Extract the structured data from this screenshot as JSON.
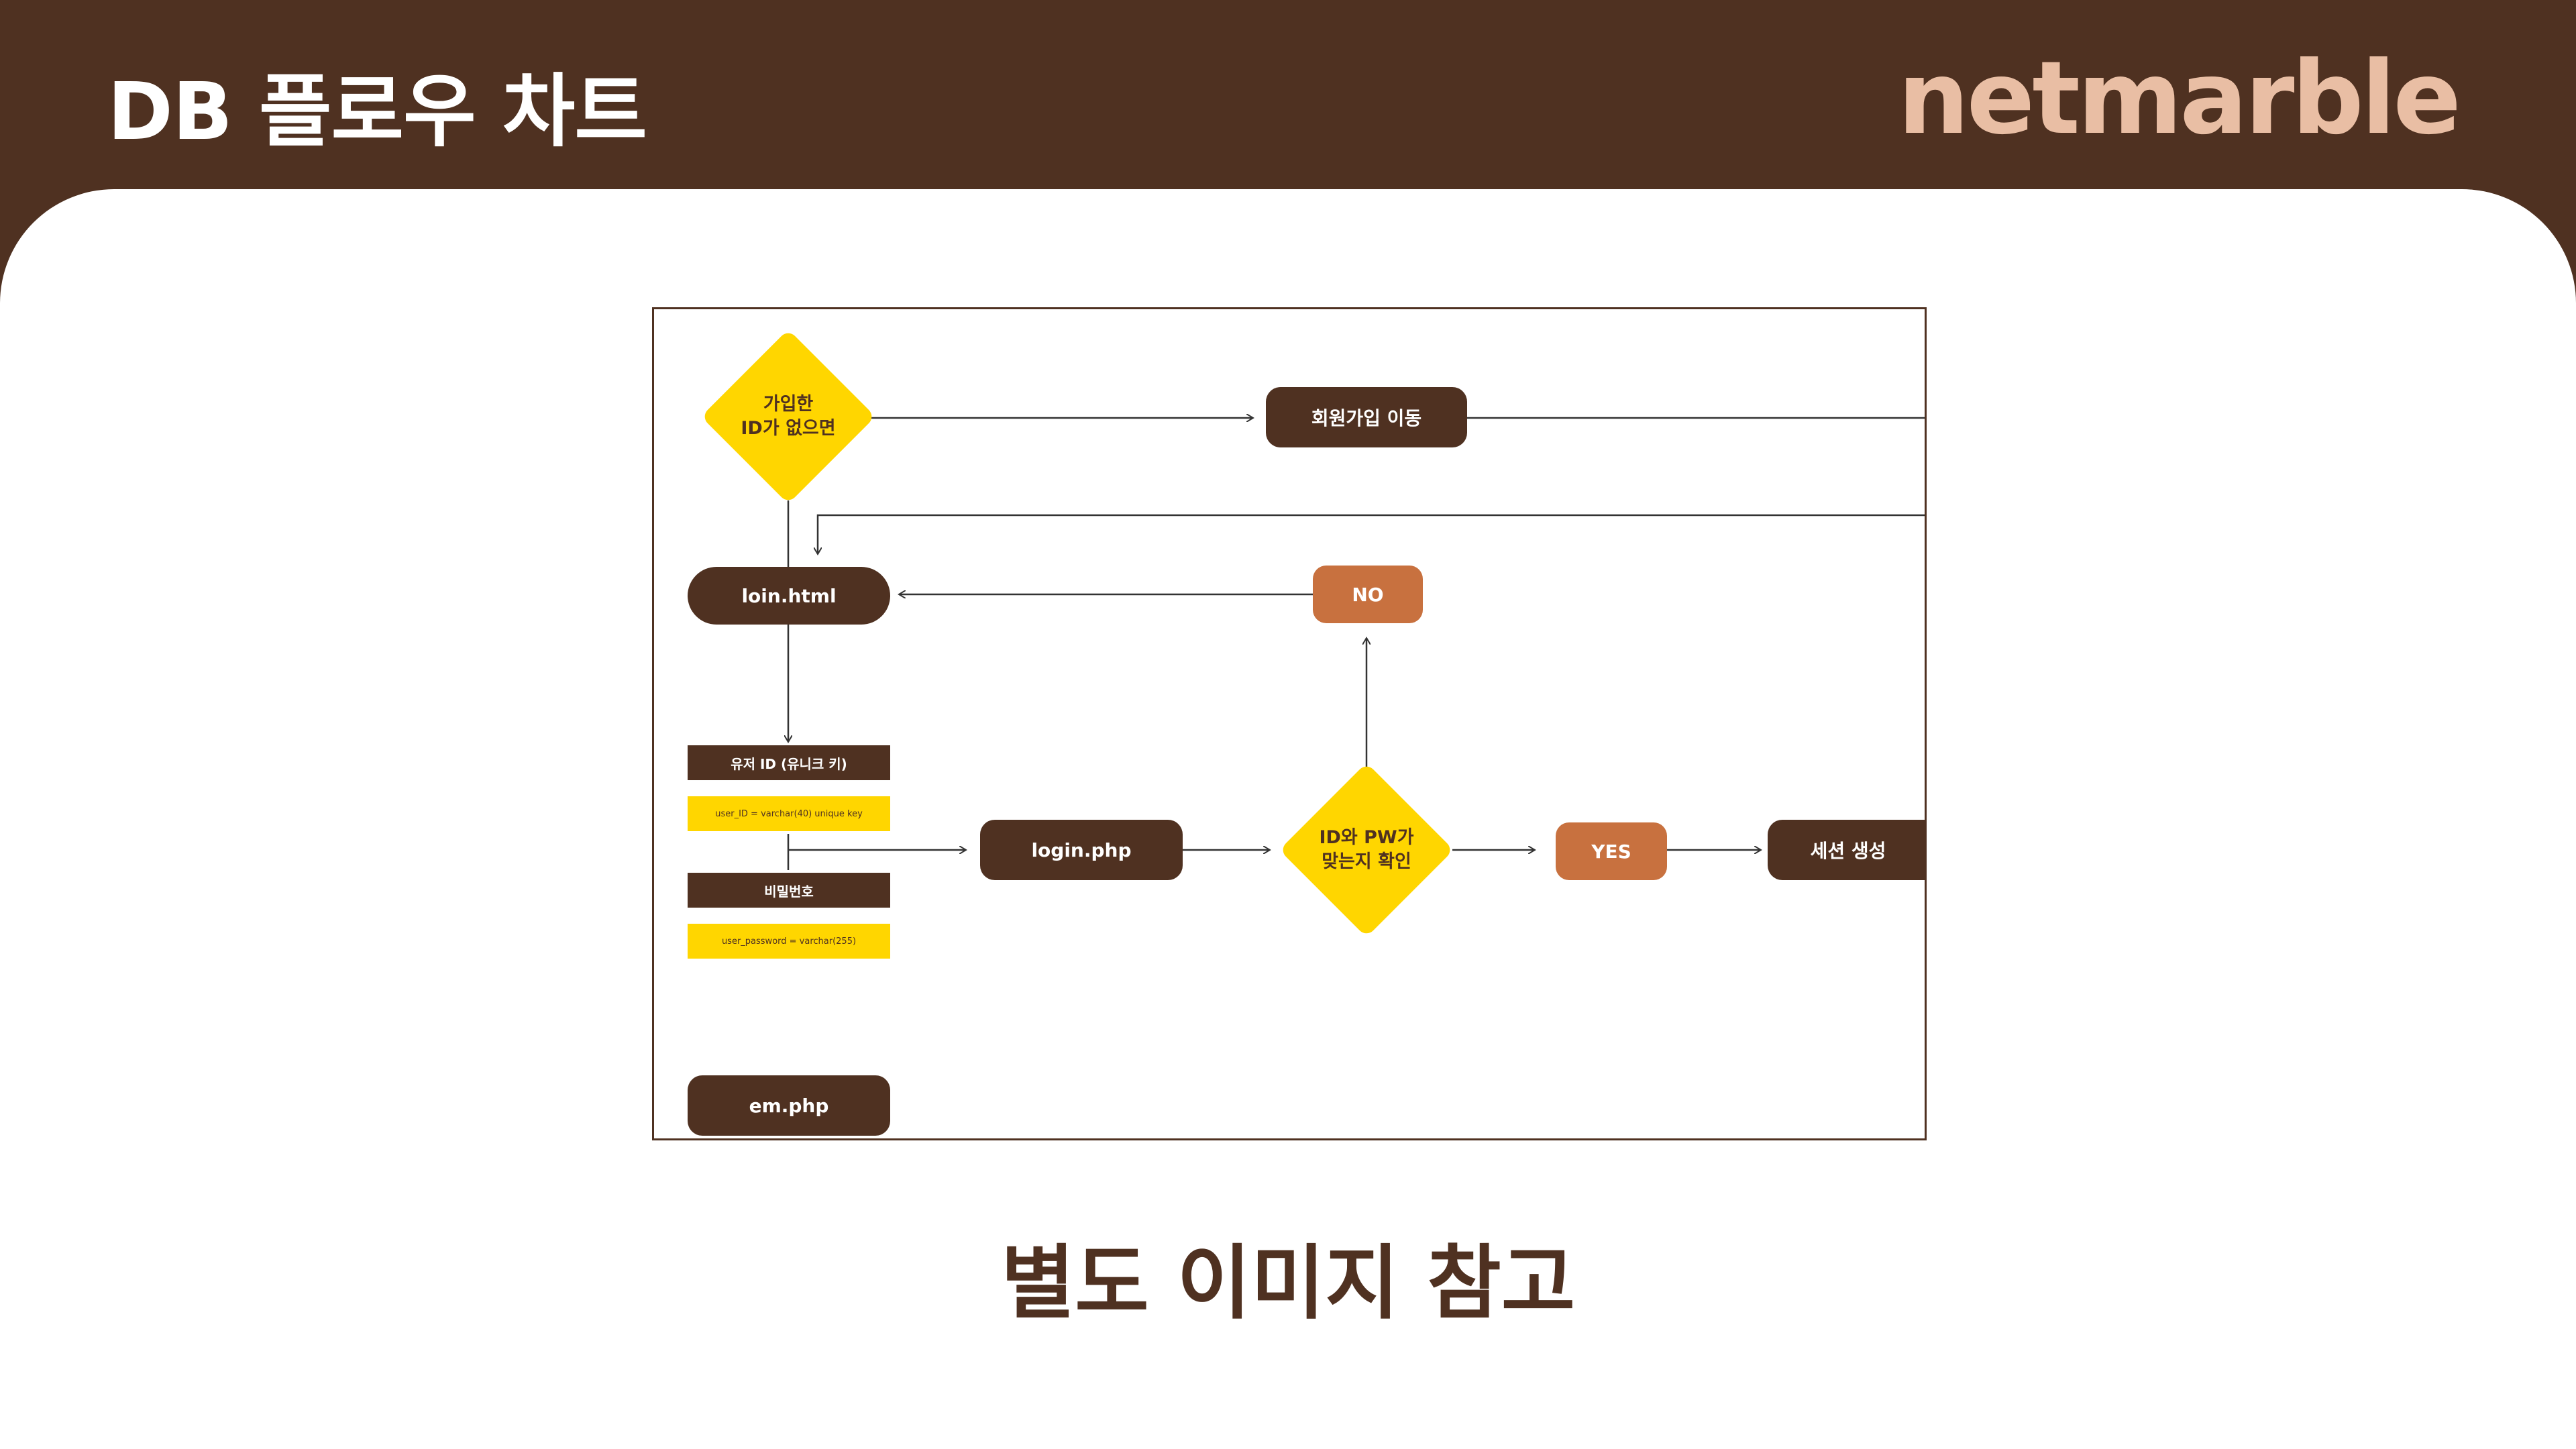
{
  "header": {
    "title": "DB 플로우 차트",
    "brand": "netmarble"
  },
  "caption": "별도 이미지 참고",
  "colors": {
    "brown": "#4F3121",
    "yellow": "#FFD600",
    "orange": "#C8713F",
    "brand": "#E9BEA4"
  },
  "flowchart": {
    "decision_no_id": [
      "가입한",
      "ID가 없으면"
    ],
    "signup_node": "회원가입 이동",
    "login_html": "loin.html",
    "no_node": "NO",
    "user_id_header": "유저 ID (유니크 키)",
    "user_id_field": "user_ID = varchar(40) unique key",
    "password_header": "비밀번호",
    "password_field": "user_password = varchar(255)",
    "login_php": "login.php",
    "decision_check": [
      "ID와 PW가",
      "맞는지 확인"
    ],
    "yes_node": "YES",
    "session_node": "세션 생성",
    "em_php": "em.php"
  }
}
